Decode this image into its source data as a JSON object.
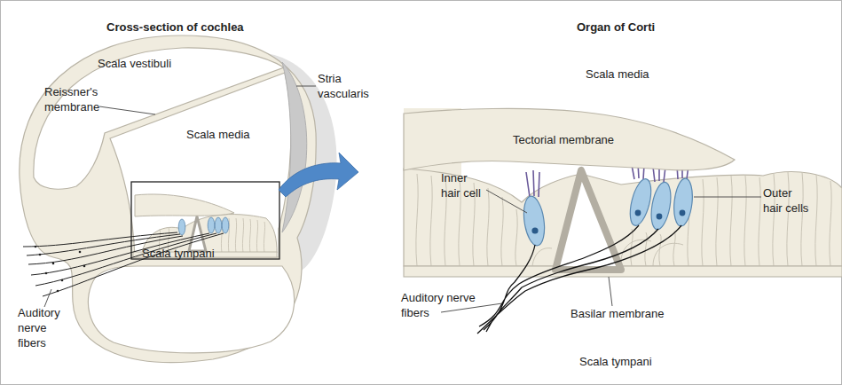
{
  "diagram": {
    "nodes": [
      {
        "text": [
          "Tectorial membrane"
        ]
      }
    ],
    "labels": [
      "Cross-section of cochlea",
      "Organ of Corti",
      "Scala vestibuli",
      "Reissner's membrane",
      "Scala media",
      "Stria vascularis",
      "Scala tympani",
      "Auditory nerve fibers",
      "Scala media",
      "Inner hair cell",
      "Outer hair cells",
      "Auditory nerve fibers",
      "Basilar membrane",
      "Scala tympani"
    ]
  }
}
